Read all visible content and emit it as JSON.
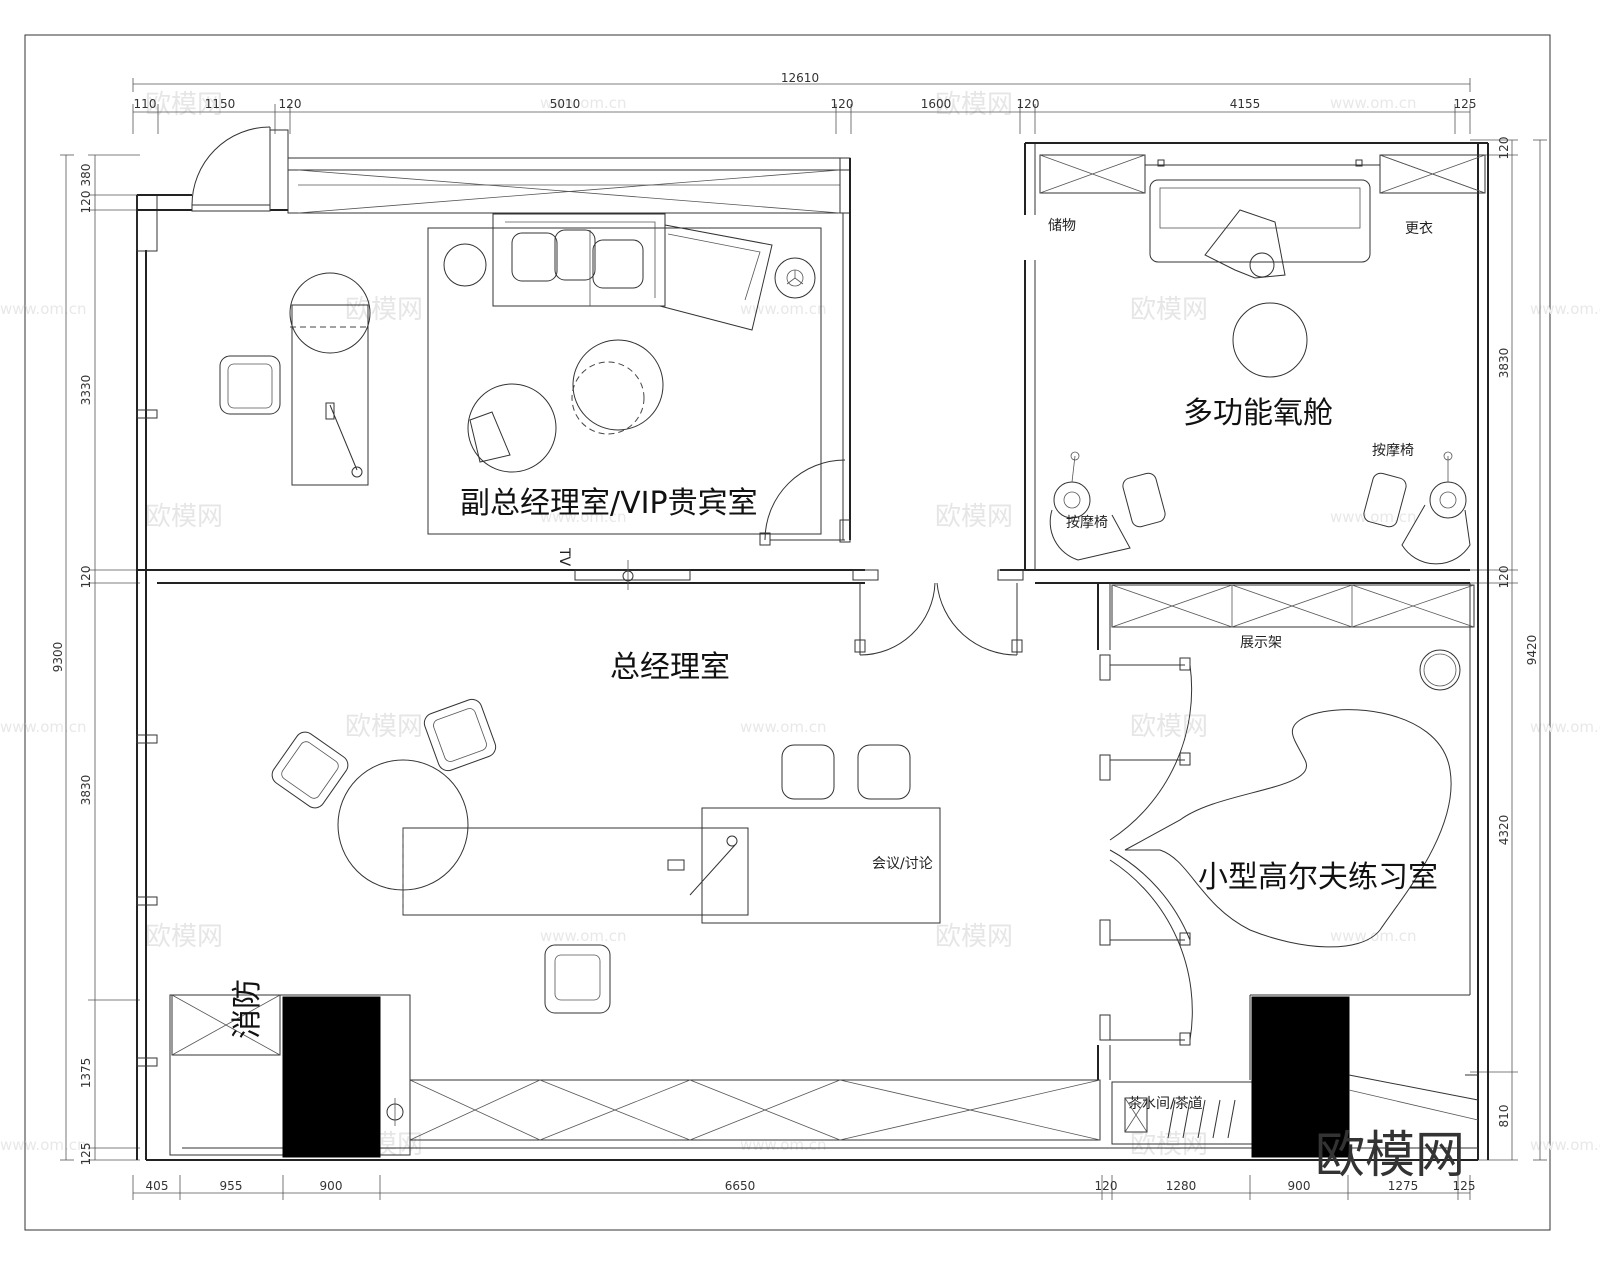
{
  "rooms": {
    "vip": "副总经理室/VIP贵宾室",
    "oxygen": "多功能氧舱",
    "gm": "总经理室",
    "golf": "小型高尔夫练习室"
  },
  "labels": {
    "storage": "储物",
    "changing": "更衣",
    "massage_chair_right": "按摩椅",
    "massage_chair_left": "按摩椅",
    "tv": "TV",
    "display_shelf": "展示架",
    "meeting": "会议/讨论",
    "fire": "消防",
    "tea": "茶水间/茶道"
  },
  "dims": {
    "total_top": "12610",
    "top": [
      "110",
      "1150",
      "120",
      "5010",
      "120",
      "1600",
      "120",
      "4155",
      "125"
    ],
    "bottom": [
      "405",
      "955",
      "900",
      "6650",
      "120",
      "1280",
      "900",
      "1275",
      "125"
    ],
    "left_total": "9300",
    "left": [
      "380",
      "120",
      "3330",
      "120",
      "3830",
      "1375",
      "125"
    ],
    "right_total": "9420",
    "right": [
      "120",
      "3830",
      "120",
      "4320",
      "810"
    ]
  },
  "watermark": {
    "text": "欧模网",
    "url": "www.om.cn",
    "brand": "欧模网"
  }
}
